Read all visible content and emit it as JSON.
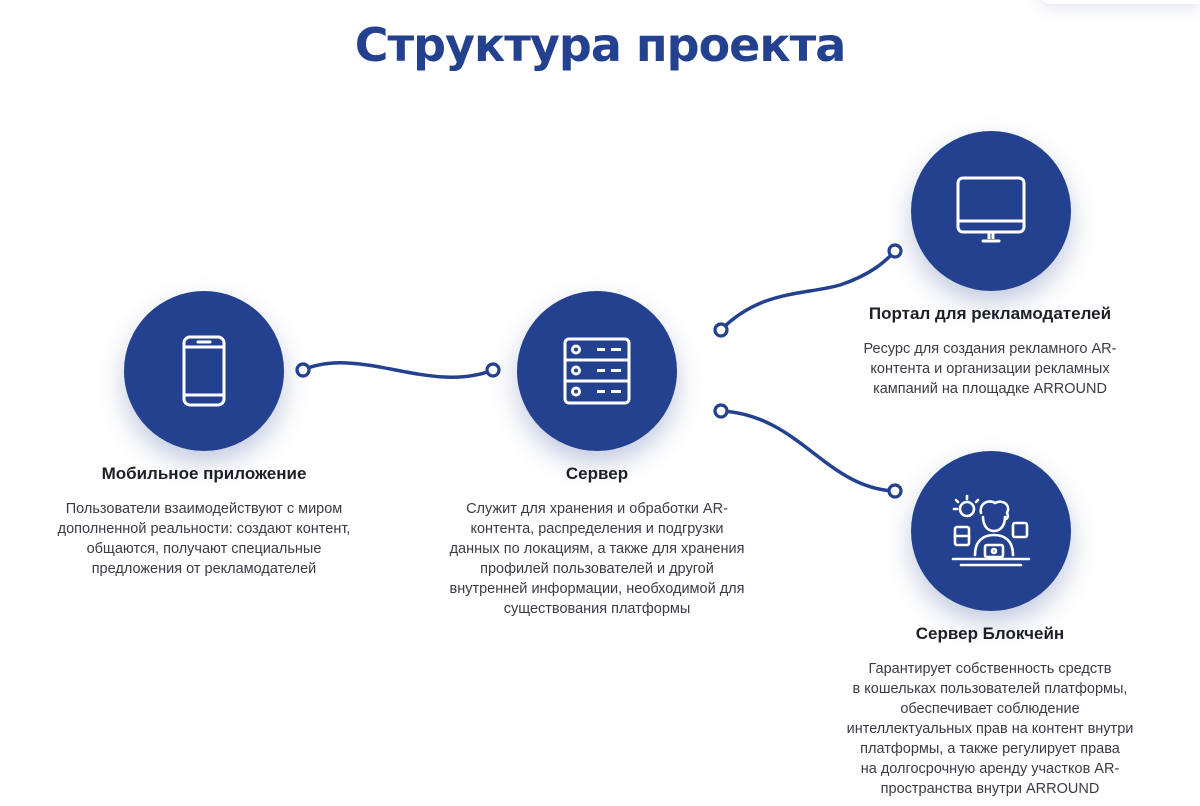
{
  "page": {
    "title": "Структура проекта"
  },
  "nodes": {
    "mobile": {
      "icon": "smartphone-icon",
      "title": "Мобильное приложение",
      "desc": "Пользователи взаимодействуют с миром\nдополненной реальности: создают контент,\nобщаются, получают специальные\nпредложения от рекламодателей"
    },
    "server": {
      "icon": "server-rack-icon",
      "title": "Сервер",
      "desc": "Служит для хранения и обработки AR-\nконтента, распределения и подгрузки\nданных по локациям, а также для хранения\nпрофилей пользователей и другой\nвнутренней информации, необходимой для\nсуществования платформы"
    },
    "portal": {
      "icon": "monitor-icon",
      "title": "Портал для рекламодателей",
      "desc": "Ресурс для создания рекламного AR-\nконтента и организации рекламных\nкампаний на площадке ARROUND"
    },
    "blockchain": {
      "icon": "developer-workstation-icon",
      "title": "Сервер Блокчейн",
      "desc": "Гарантирует собственность средств\nв кошельках пользователей платформы,\nобеспечивает соблюдение\nинтеллектуальных прав на контент внутри\nплатформы, а также регулирует права\nна долгосрочную аренду участков AR-\nпространства внутри ARROUND"
    }
  },
  "colors": {
    "accent": "#24418f",
    "text": "#1e1e28",
    "muted": "#3a3a46"
  }
}
